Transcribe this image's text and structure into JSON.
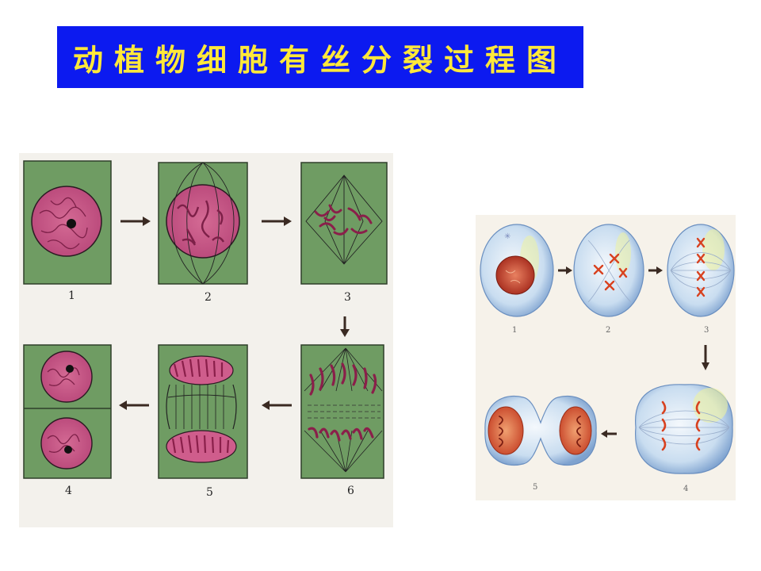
{
  "title": "动植物细胞有丝分裂过程图",
  "colors": {
    "title_bg": "#0c1af0",
    "title_text": "#ffe83a",
    "plant_cell_wall": "#6f9c63",
    "plant_nucleus": "#c75a86",
    "chromosome": "#8a1f4a",
    "animal_cell": "#c9ddf0",
    "animal_chromosome": "#d8411f",
    "arrow": "#3a2a22"
  },
  "plant": {
    "stage_labels": [
      "1",
      "2",
      "3",
      "4",
      "5",
      "6"
    ]
  },
  "animal": {
    "stage_labels": [
      "1",
      "2",
      "3",
      "4",
      "5"
    ]
  }
}
